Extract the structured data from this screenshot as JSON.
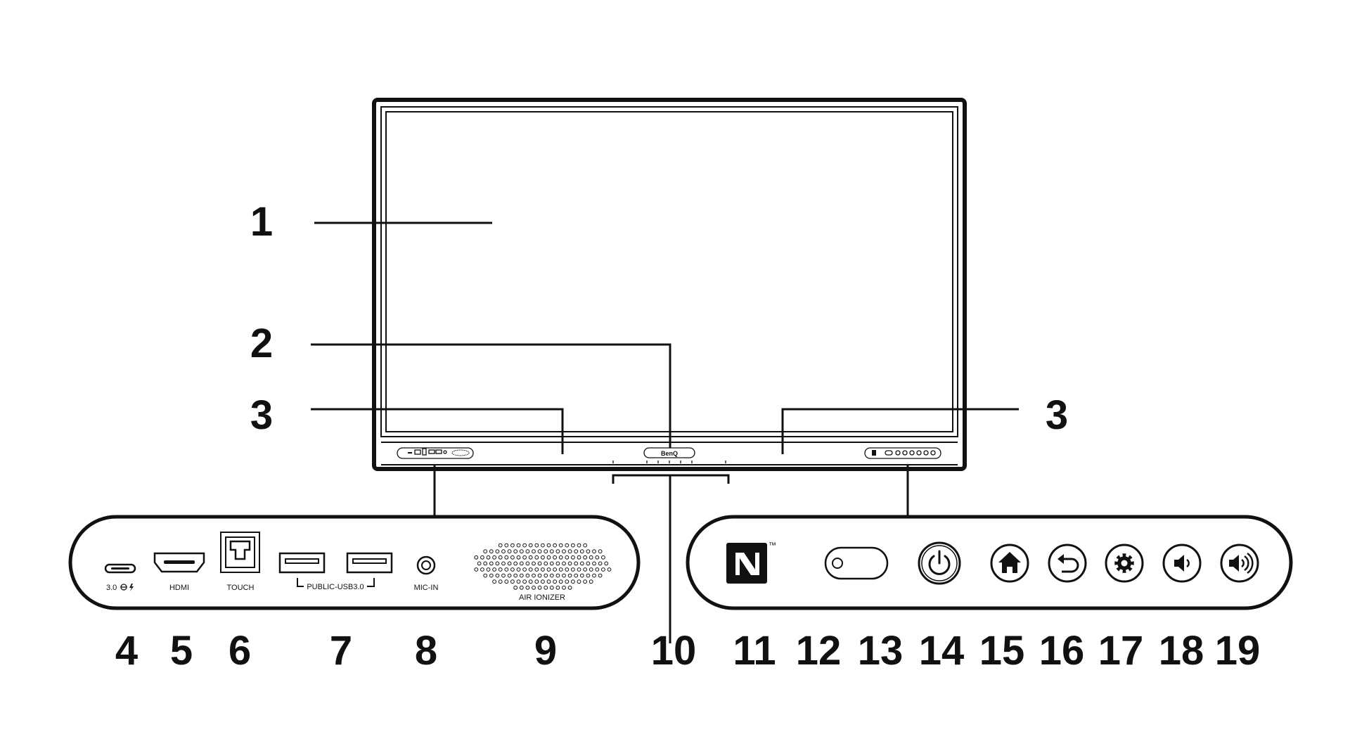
{
  "callouts": {
    "c1": "1",
    "c2": "2",
    "c3_left": "3",
    "c3_right": "3",
    "c4": "4",
    "c5": "5",
    "c6": "6",
    "c7": "7",
    "c8": "8",
    "c9": "9",
    "c10": "10",
    "c11": "11",
    "c12": "12",
    "c13": "13",
    "c14": "14",
    "c15": "15",
    "c16": "16",
    "c17": "17",
    "c18": "18",
    "c19": "19"
  },
  "ports": {
    "usbc": "3.0",
    "hdmi": "HDMI",
    "touch": "TOUCH",
    "public_usb": "PUBLIC-USB3.0",
    "mic_in": "MIC-IN",
    "air_ionizer": "AIR IONIZER"
  },
  "brand": {
    "logo": "BenQ"
  },
  "nfc": {
    "trademark": "™"
  },
  "icons": {
    "usbc_port": "usb-c-port-icon",
    "charge": "lightning-icon",
    "nfc": "nfc-icon",
    "power": "power-icon",
    "home": "home-icon",
    "back": "back-icon",
    "settings": "gear-icon",
    "vol_down": "volume-down-icon",
    "vol_up": "volume-up-icon"
  },
  "colors": {
    "ink": "#111111",
    "background": "#ffffff"
  }
}
